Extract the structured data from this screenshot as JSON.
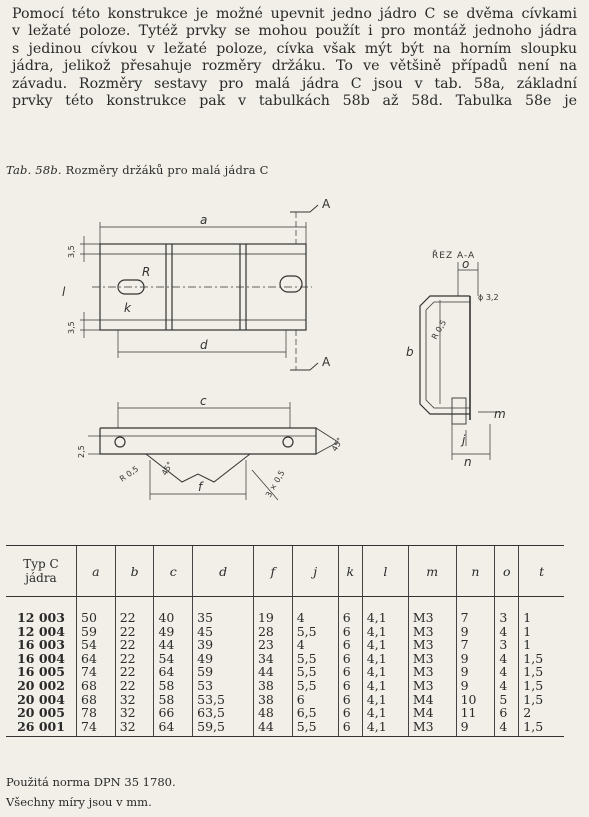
{
  "paragraph_lines": [
    "Pomocí této konstrukce je možné upevnit jedno jádro C se dvěma cívkami",
    "v ležaté poloze. Tytéž prvky se mohou použít i pro montáž jednoho jádra",
    "s jedinou cívkou v ležaté poloze, cívka však mýt být na horním sloupku",
    "jádra, jelikož přesahuje rozměry držáku. To ve většině případů není na",
    "závadu. Rozměry sestavy pro malá jádra C jsou v tab. 58a, základní",
    "prvky této konstrukce pak v tabulkách 58b až 58d. Tabulka 58e je"
  ],
  "caption": {
    "label": "Tab. 58b.",
    "text": "Rozměry držáků pro malá jádra C"
  },
  "drawing_labels": {
    "a": "a",
    "b": "b",
    "c": "c",
    "d": "d",
    "f": "f",
    "j": "j",
    "k": "k",
    "l": "l",
    "m": "m",
    "n": "n",
    "o": "o",
    "R": "R",
    "A": "A",
    "d35a": "3,5",
    "d35b": "3,5",
    "d25": "2,5",
    "r05a": "R 0,5",
    "r05b": "R 0,5",
    "deg45a": "45°",
    "deg45b": "45°",
    "d32": "ϕ 3,2",
    "d3x05": "3 × 0,5",
    "section": "ŘEZ A-A"
  },
  "table": {
    "headers": [
      "Typ C jádra",
      "a",
      "b",
      "c",
      "d",
      "f",
      "j",
      "k",
      "l",
      "m",
      "n",
      "o",
      "t"
    ],
    "rows": [
      [
        "12 003",
        "50",
        "22",
        "40",
        "35",
        "19",
        "4",
        "6",
        "4,1",
        "M3",
        "7",
        "3",
        "1"
      ],
      [
        "12 004",
        "59",
        "22",
        "49",
        "45",
        "28",
        "5,5",
        "6",
        "4,1",
        "M3",
        "9",
        "4",
        "1"
      ],
      [
        "16 003",
        "54",
        "22",
        "44",
        "39",
        "23",
        "4",
        "6",
        "4,1",
        "M3",
        "7",
        "3",
        "1"
      ],
      [
        "16 004",
        "64",
        "22",
        "54",
        "49",
        "34",
        "5,5",
        "6",
        "4,1",
        "M3",
        "9",
        "4",
        "1,5"
      ],
      [
        "16 005",
        "74",
        "22",
        "64",
        "59",
        "44",
        "5,5",
        "6",
        "4,1",
        "M3",
        "9",
        "4",
        "1,5"
      ],
      [
        "20 002",
        "68",
        "22",
        "58",
        "53",
        "38",
        "5,5",
        "6",
        "4,1",
        "M3",
        "9",
        "4",
        "1,5"
      ],
      [
        "20 004",
        "68",
        "32",
        "58",
        "53,5",
        "38",
        "6",
        "6",
        "4,1",
        "M4",
        "10",
        "5",
        "1,5"
      ],
      [
        "20 005",
        "78",
        "32",
        "66",
        "63,5",
        "48",
        "6,5",
        "6",
        "4,1",
        "M4",
        "11",
        "6",
        "2"
      ],
      [
        "26 001",
        "74",
        "32",
        "64",
        "59,5",
        "44",
        "5,5",
        "6",
        "4,1",
        "M3",
        "9",
        "4",
        "1,5"
      ]
    ]
  },
  "footnotes": [
    "Použitá norma DPN 35 1780.",
    "Všechny míry jsou v mm."
  ]
}
